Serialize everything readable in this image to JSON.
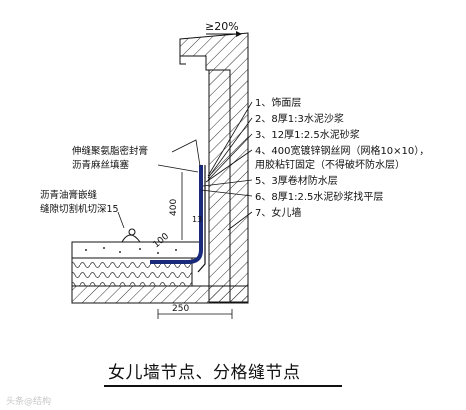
{
  "slope_label": "≥20%",
  "legend": [
    "1、饰面层",
    "2、8厚1:3水泥沙浆",
    "3、12厚1:2.5水泥砂浆",
    "4、400宽镀锌钢丝网（网格10×10），",
    "    用胶粘钉固定（不得破坏防水层）",
    "5、3厚卷材防水层",
    "6、8厚1:2.5水泥砂浆找平层",
    "7、女儿墙"
  ],
  "callouts": {
    "sealant_line1": "伸缝聚氨脂密封膏",
    "sealant_line2": "沥青麻丝填塞",
    "groove_line1": "沥青油膏嵌缝",
    "groove_line2": "缝隙切割机切深15"
  },
  "dimensions": {
    "vertical_400": "400",
    "horizontal_100": "100",
    "width_250": "250",
    "marker_13": "13"
  },
  "caption": "女儿墙节点、分格缝节点",
  "watermark": "头条@结构"
}
